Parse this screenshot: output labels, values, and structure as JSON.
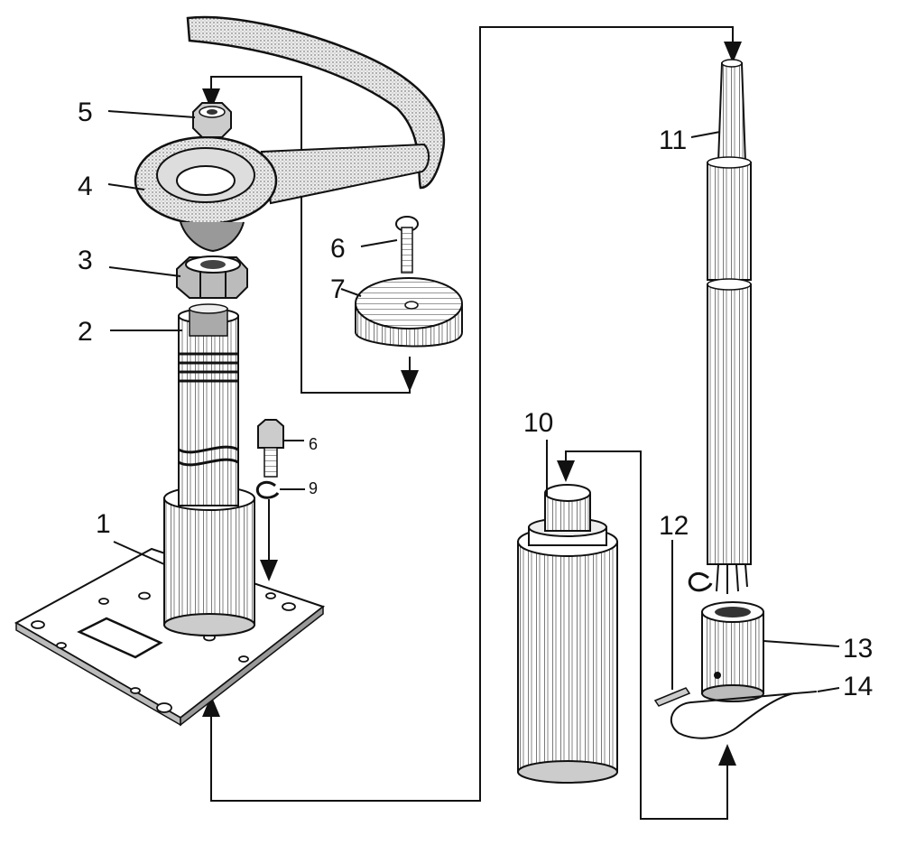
{
  "labels": {
    "p1": "1",
    "p2": "2",
    "p3": "3",
    "p4": "4",
    "p5": "5",
    "p6a": "6",
    "p6b": "6",
    "p7": "7",
    "p9": "9",
    "p10": "10",
    "p11": "11",
    "p12": "12",
    "p13": "13",
    "p14": "14"
  },
  "colors": {
    "ink": "#111111",
    "paper": "#ffffff",
    "shade": "#8a8a8a",
    "light": "#d9d9d9"
  }
}
